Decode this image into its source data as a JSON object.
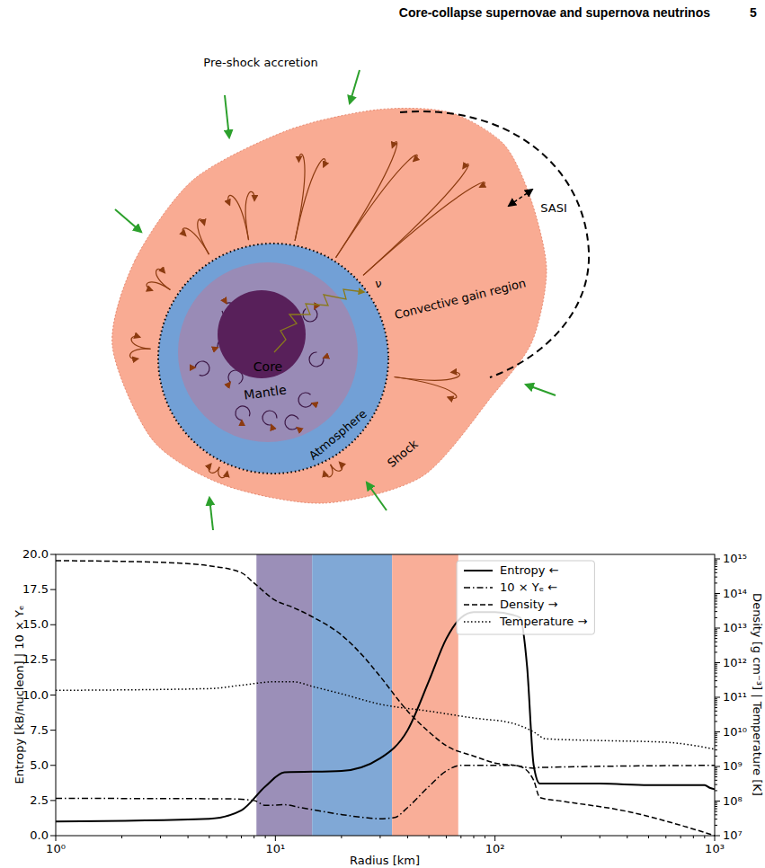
{
  "diagram": {
    "nodes": [
      {
        "text": [
          "Convective gain region"
        ]
      },
      {
        "text": [
          "Atmosphere"
        ],
        "in": 0
      },
      {
        "text": [
          "Mantle"
        ],
        "in": 1
      },
      {
        "text": [
          "Core"
        ],
        "in": 2
      }
    ],
    "labels": [
      "Core-collapse supernovae and supernova neutrinos",
      "5",
      "Pre-shock accretion",
      "SASI",
      "ν",
      "Shock",
      "0.0",
      "2.5",
      "5.0",
      "7.5",
      "10.0",
      "12.5",
      "15.0",
      "17.5",
      "20.0",
      "10⁰",
      "10¹",
      "10²",
      "10³",
      "10⁷",
      "10⁸",
      "10⁹",
      "10¹⁰",
      "10¹¹",
      "10¹²",
      "10¹³",
      "10¹⁴",
      "10¹⁵",
      "Entropy [kB/nucleon] | 10 × Yₑ",
      "Density [g cm⁻³] | Temperature [K]",
      "Radius [km]"
    ],
    "legend": [
      {
        "text": "Entropy ←"
      },
      {
        "text": "10 × Yₑ ←"
      },
      {
        "text": "Density →"
      },
      {
        "text": "Temperature →"
      }
    ]
  }
}
